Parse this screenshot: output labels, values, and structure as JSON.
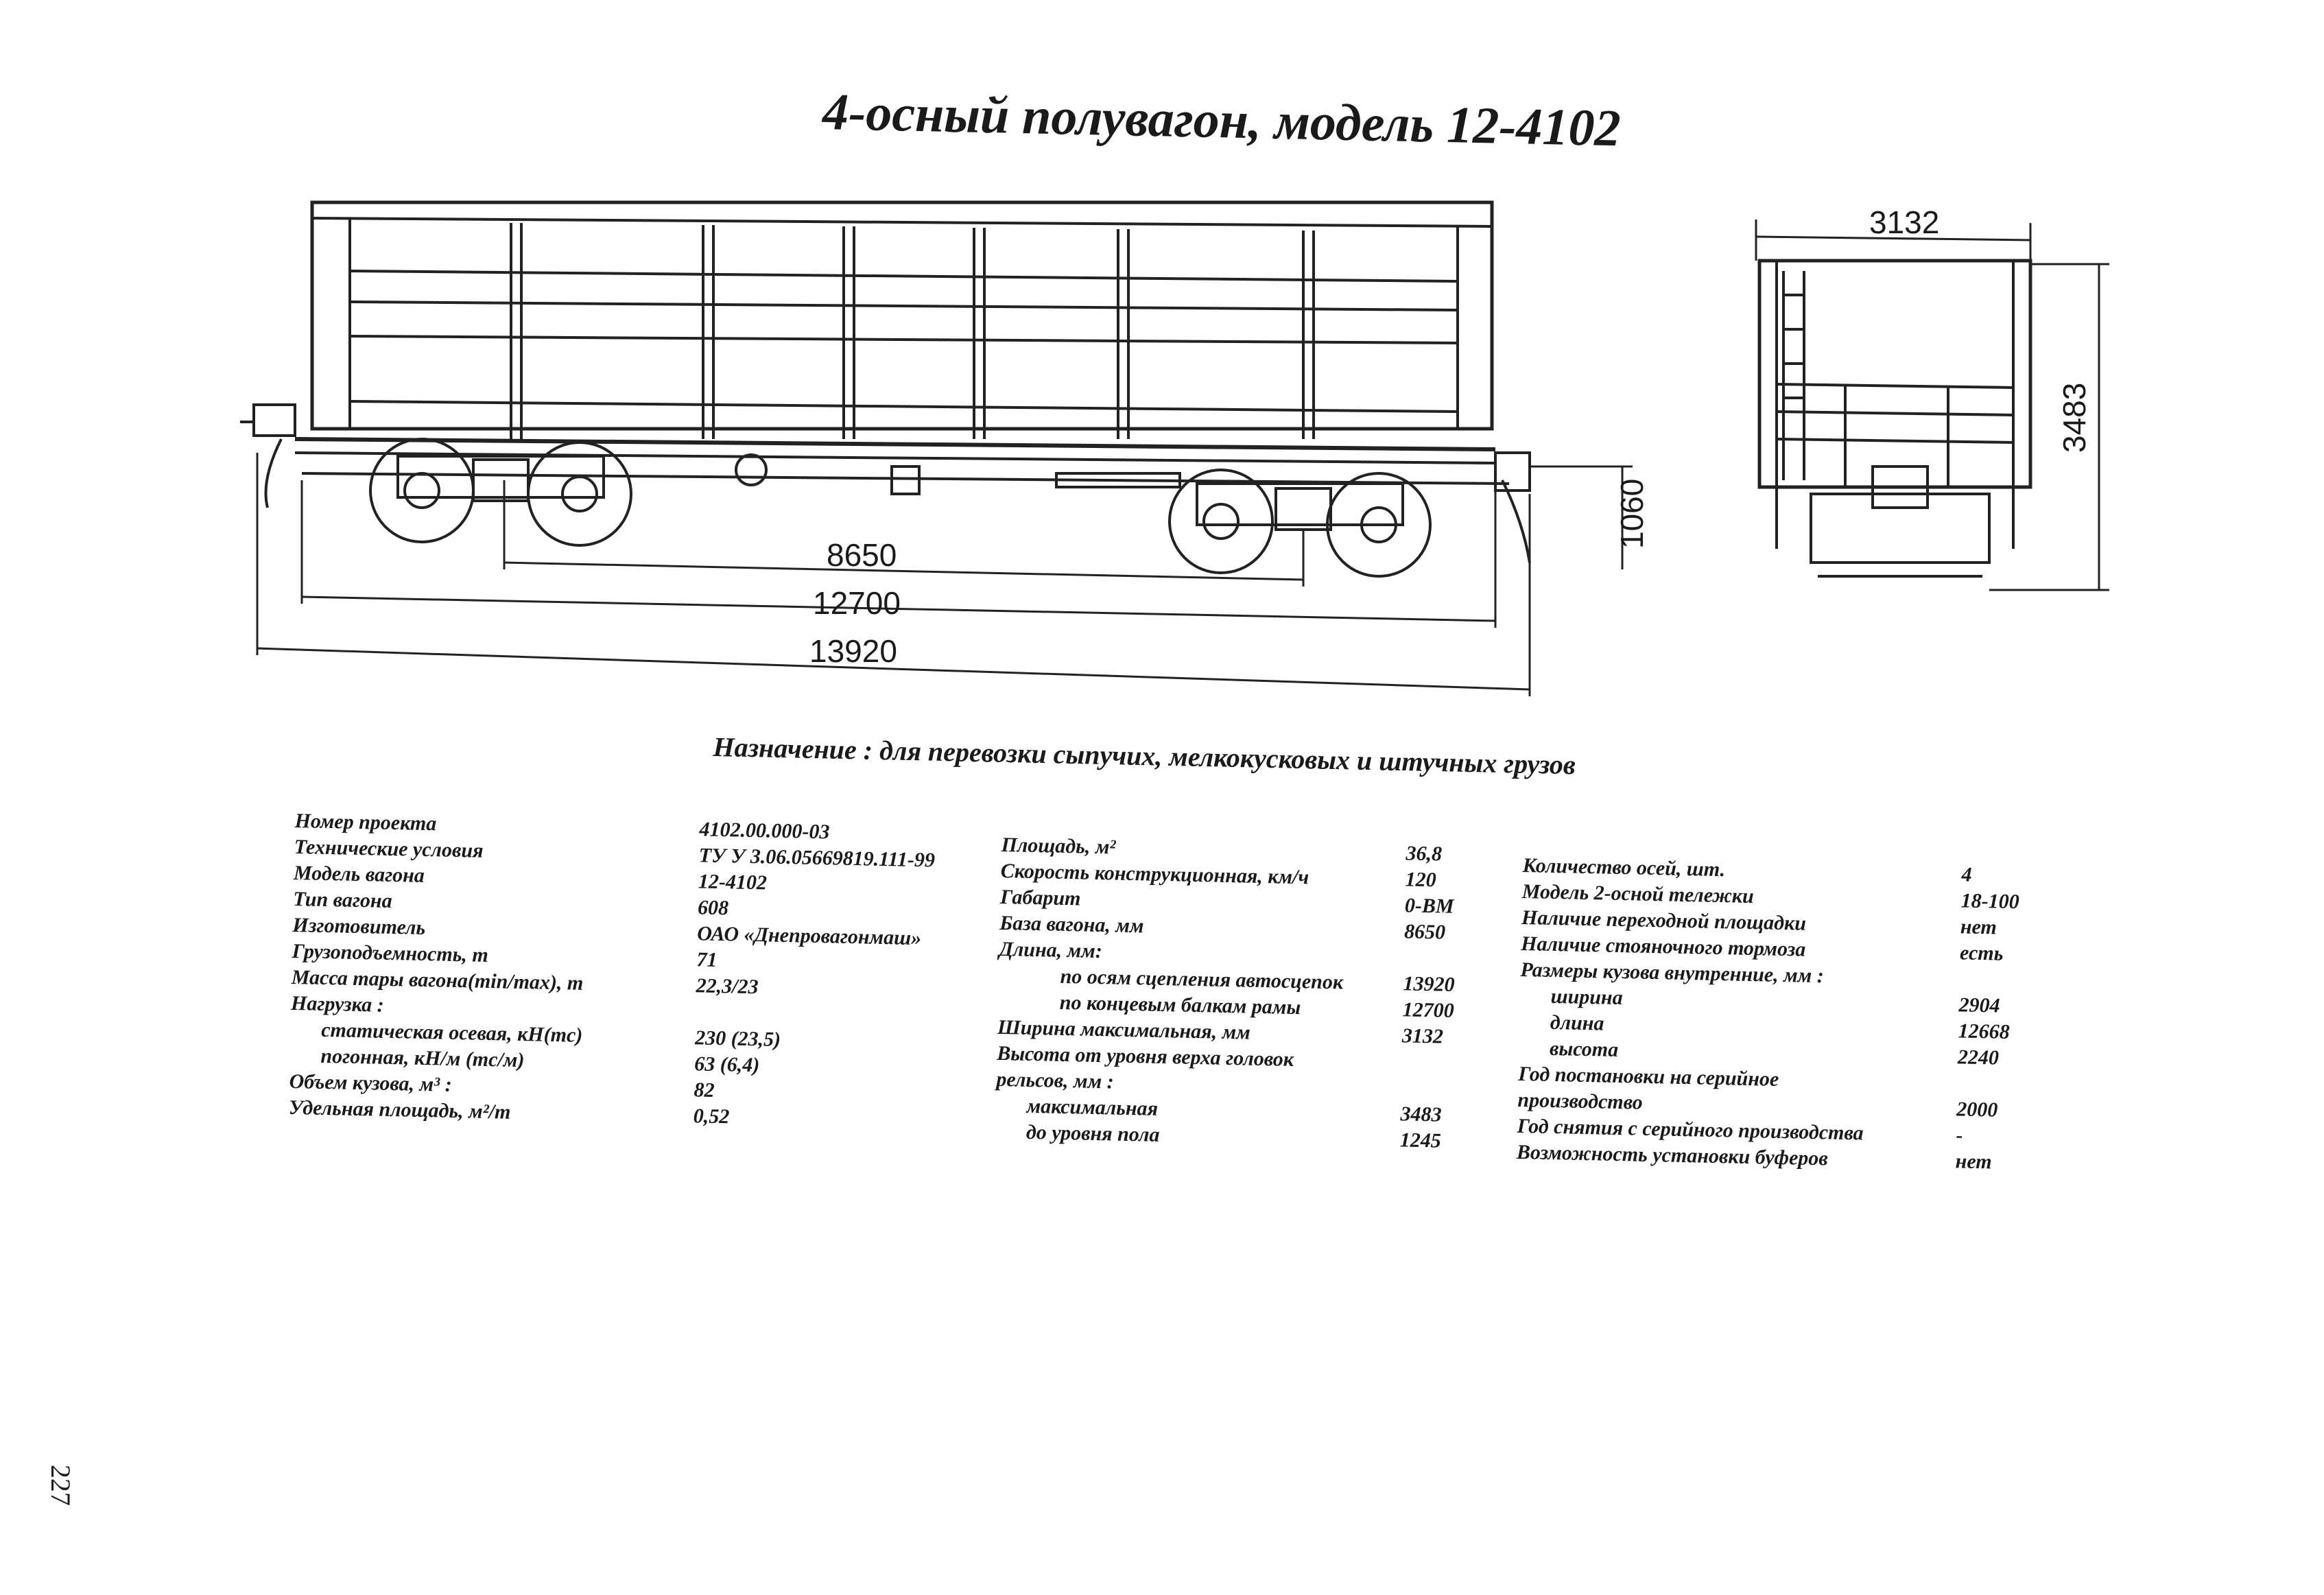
{
  "title": "4-осный полувагон, модель 12-4102",
  "dimensions": {
    "bogie_base": "8650",
    "frame_length": "12700",
    "coupler_length": "13920",
    "coupler_height": "1060",
    "width": "3132",
    "height": "3483"
  },
  "purpose": "Назначение : для перевозки сыпучих, мелкокусковых и штучных грузов",
  "specs_col1": [
    {
      "label": "Номер проекта",
      "value": "4102.00.000-03"
    },
    {
      "label": "Технические условия",
      "value": "ТУ У 3.06.05669819.111-99"
    },
    {
      "label": "Модель вагона",
      "value": "12-4102"
    },
    {
      "label": "Тип вагона",
      "value": "608"
    },
    {
      "label": "Изготовитель",
      "value": "ОАО «Днепровагонмаш»"
    },
    {
      "label": "Грузоподъемность, т",
      "value": "71"
    },
    {
      "label": "Масса тары вагона(min/max), т",
      "value": "22,3/23"
    },
    {
      "label": "Нагрузка :",
      "value": ""
    },
    {
      "label": "статическая осевая, кН(тс)",
      "value": "230 (23,5)",
      "indent": 1
    },
    {
      "label": "погонная, кН/м (тс/м)",
      "value": "63 (6,4)",
      "indent": 1
    },
    {
      "label": "Объем кузова, м³ :",
      "value": "82"
    },
    {
      "label": "Удельная площадь, м²/т",
      "value": "0,52"
    }
  ],
  "specs_col2": [
    {
      "label": "Площадь, м²",
      "value": "36,8"
    },
    {
      "label": "Скорость конструкционная, км/ч",
      "value": "120"
    },
    {
      "label": "Габарит",
      "value": "0-ВМ"
    },
    {
      "label": "База вагона, мм",
      "value": "8650"
    },
    {
      "label": "Длина, мм:",
      "value": ""
    },
    {
      "label": "по осям сцепления автосцепок",
      "value": "13920",
      "indent": 2
    },
    {
      "label": "по концевым балкам рамы",
      "value": "12700",
      "indent": 2
    },
    {
      "label": "Ширина максимальная, мм",
      "value": "3132"
    },
    {
      "label": "Высота от уровня верха головок",
      "value": ""
    },
    {
      "label": "рельсов, мм :",
      "value": ""
    },
    {
      "label": "максимальная",
      "value": "3483",
      "indent": 1
    },
    {
      "label": "до уровня пола",
      "value": "1245",
      "indent": 1
    }
  ],
  "specs_col3": [
    {
      "label": "Количество осей, шт.",
      "value": "4"
    },
    {
      "label": "Модель 2-осной тележки",
      "value": "18-100"
    },
    {
      "label": "Наличие переходной площадки",
      "value": "нет"
    },
    {
      "label": "Наличие стояночного тормоза",
      "value": "есть"
    },
    {
      "label": "Размеры кузова внутренние, мм :",
      "value": ""
    },
    {
      "label": "ширина",
      "value": "2904",
      "indent": 1
    },
    {
      "label": "длина",
      "value": "12668",
      "indent": 1
    },
    {
      "label": "высота",
      "value": "2240",
      "indent": 1
    },
    {
      "label": "Год постановки на серийное",
      "value": ""
    },
    {
      "label": "производство",
      "value": "2000"
    },
    {
      "label": "Год снятия с серийного производства",
      "value": "-"
    },
    {
      "label": "Возможность установки буферов",
      "value": "нет"
    }
  ],
  "page_number": "227"
}
